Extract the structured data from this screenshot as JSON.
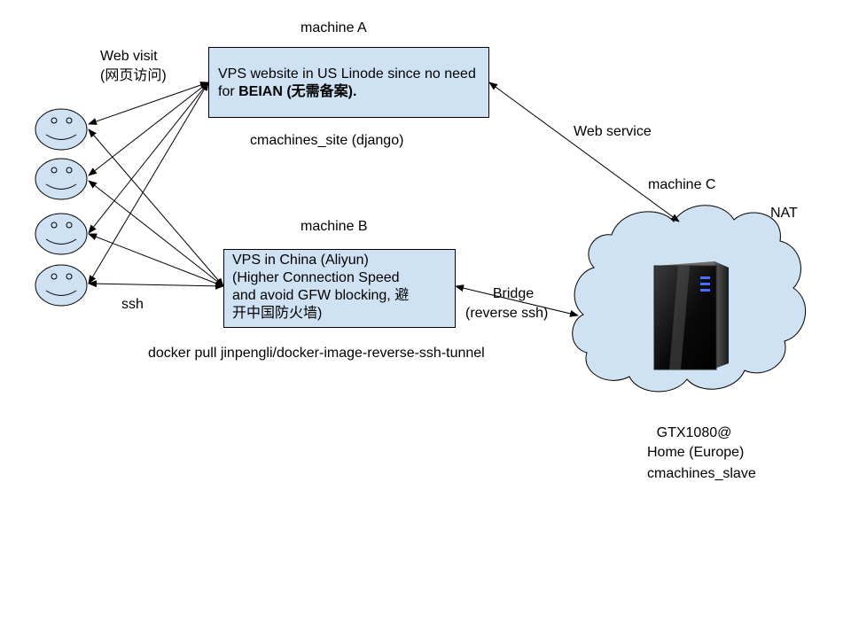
{
  "machine_a": {
    "title": "machine A",
    "box_text": "VPS website in US Linode since no need for ",
    "box_bold": "BEIAN (无需备案).",
    "caption": "cmachines_site (django)"
  },
  "machine_b": {
    "title": "machine B",
    "box_lines": [
      "VPS in China (Aliyun)",
      "(Higher Connection Speed",
      "and avoid GFW blocking, 避",
      "开中国防火墙)"
    ],
    "caption": "docker pull jinpengli/docker-image-reverse-ssh-tunnel"
  },
  "machine_c": {
    "title": "machine C",
    "nat_label": "NAT",
    "caption_lines": [
      "GTX1080@",
      "Home (Europe)",
      "cmachines_slave"
    ]
  },
  "edges": {
    "web_visit": "Web visit",
    "web_visit_cn": "(网页访问)",
    "ssh": "ssh",
    "web_service": "Web service",
    "bridge": "Bridge",
    "bridge_sub": "(reverse ssh)"
  },
  "colors": {
    "fill": "#cfe2f3",
    "stroke": "#000000"
  },
  "icons": [
    "smiley-face-icon",
    "server-tower-icon",
    "cloud-icon"
  ]
}
